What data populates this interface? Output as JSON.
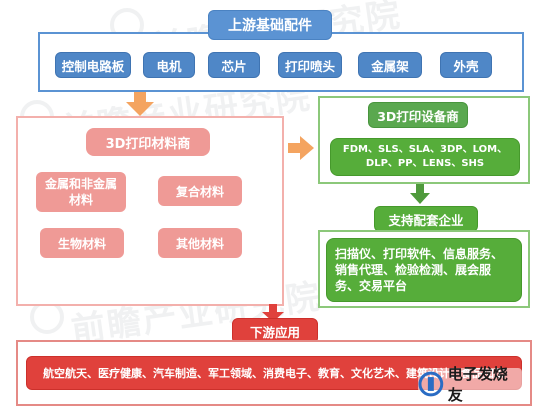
{
  "top": {
    "title": "上游基础配件",
    "items": [
      "控制电路板",
      "电机",
      "芯片",
      "打印喷头",
      "金属架",
      "外壳"
    ]
  },
  "materials": {
    "title": "3D打印材料商",
    "items": [
      "金属和非金属材料",
      "复合材料",
      "生物材料",
      "其他材料"
    ]
  },
  "equipment": {
    "title": "3D打印设备商",
    "tech_line1": "FDM、SLS、SLA、3DP、LOM、",
    "tech_line2": "DLP、PP、LENS、SHS"
  },
  "support": {
    "title": "支持配套企业",
    "body": "扫描仪、打印软件、信息服务、销售代理、检验检测、展会服务、交易平台"
  },
  "downstream": {
    "title": "下游应用",
    "body": "航空航天、医疗健康、汽车制造、军工领域、消费电子、教育、文化艺术、建筑设计、食品加工"
  },
  "watermark": {
    "text": "前瞻产业研究院",
    "source_badge": "电子发烧友"
  },
  "colors": {
    "blue": "#4f87c7",
    "orange_arrow": "#f4a460",
    "pink": "#ef9a96",
    "red": "#e0413c",
    "green": "#56ad3a"
  }
}
